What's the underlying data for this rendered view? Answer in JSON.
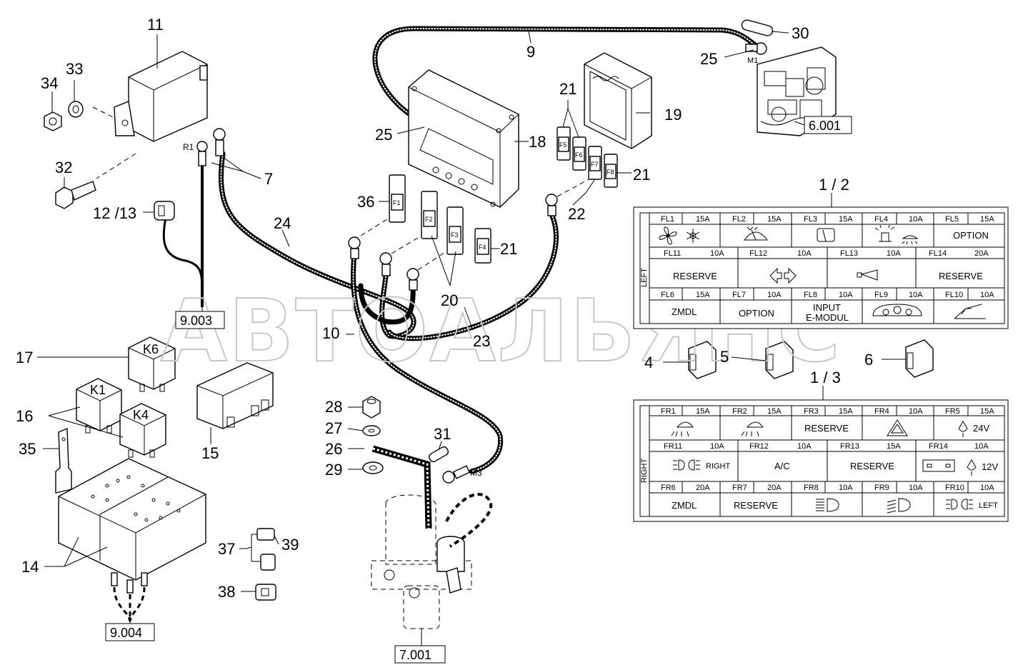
{
  "callouts": {
    "c1": "11",
    "c2": "34",
    "c3": "33",
    "c4": "32",
    "c5": "12 /13",
    "c6": "7",
    "c7": "R1",
    "c8": "9",
    "c9": "25",
    "c10": "18",
    "c11": "25",
    "c12": "30",
    "c13": "M1",
    "c14": "19",
    "c15": "21",
    "c16": "21",
    "c17": "22",
    "c18": "36",
    "c19": "24",
    "c20": "21",
    "c21": "20",
    "c22": "23",
    "c23": "10",
    "c24": "17",
    "c25": "16",
    "c26": "35",
    "c27": "15",
    "c28": "14",
    "c29": "28",
    "c30": "27",
    "c31": "26",
    "c32": "29",
    "c33": "31",
    "c34": "M3",
    "c35": "37",
    "c36": "39",
    "c37": "38",
    "c38": "4",
    "c39": "5",
    "c40": "6",
    "c41": "1 / 2",
    "c42": "1 / 3"
  },
  "relays": {
    "k6": "K6",
    "k1": "K1",
    "k4": "K4"
  },
  "fuse_tags": {
    "f1": "F1",
    "f2": "F2",
    "f3": "F3",
    "f4": "F4",
    "f5": "F5",
    "f6": "F6",
    "f7": "F7",
    "f8": "F8"
  },
  "refs": {
    "r1": "9.003",
    "r2": "6.001",
    "r3": "9.004",
    "r4": "7.001"
  },
  "watermark": "АВТОАЛЬЯНС",
  "left_panel": {
    "side_label": "LEFT",
    "row1": [
      {
        "id": "FL1",
        "amp": "15A",
        "content": ""
      },
      {
        "id": "FL2",
        "amp": "15A",
        "content": ""
      },
      {
        "id": "FL3",
        "amp": "15A",
        "content": ""
      },
      {
        "id": "FL4",
        "amp": "10A",
        "content": ""
      },
      {
        "id": "FL5",
        "amp": "15A",
        "content": "OPTION"
      }
    ],
    "row2": [
      {
        "id": "FL11",
        "amp": "10A",
        "content": "RESERVE"
      },
      {
        "id": "FL12",
        "amp": "10A",
        "content": ""
      },
      {
        "id": "FL13",
        "amp": "10A",
        "content": ""
      },
      {
        "id": "FL14",
        "amp": "20A",
        "content": "RESERVE"
      }
    ],
    "row3": [
      {
        "id": "FL6",
        "amp": "15A",
        "content": "ZMDL"
      },
      {
        "id": "FL7",
        "amp": "10A",
        "content": "OPTION"
      },
      {
        "id": "FL8",
        "amp": "10A",
        "content": "INPUT",
        "content2": "E-MODUL"
      },
      {
        "id": "FL9",
        "amp": "10A",
        "content": ""
      },
      {
        "id": "FL10",
        "amp": "10A",
        "content": ""
      }
    ]
  },
  "right_panel": {
    "side_label": "RIGHT",
    "row1": [
      {
        "id": "FR1",
        "amp": "15A",
        "content": ""
      },
      {
        "id": "FR2",
        "amp": "15A",
        "content": ""
      },
      {
        "id": "FR3",
        "amp": "15A",
        "content": "RESERVE"
      },
      {
        "id": "FR4",
        "amp": "10A",
        "content": ""
      },
      {
        "id": "FR5",
        "amp": "15A",
        "content": "24V"
      }
    ],
    "row2": [
      {
        "id": "FR11",
        "amp": "10A",
        "content": "RIGHT"
      },
      {
        "id": "FR12",
        "amp": "10A",
        "content": "A/C"
      },
      {
        "id": "FR13",
        "amp": "15A",
        "content": "RESERVE"
      },
      {
        "id": "FR14",
        "amp": "10A",
        "content": "12V"
      }
    ],
    "row3": [
      {
        "id": "FR6",
        "amp": "20A",
        "content": "ZMDL"
      },
      {
        "id": "FR7",
        "amp": "20A",
        "content": "RESERVE"
      },
      {
        "id": "FR8",
        "amp": "10A",
        "content": ""
      },
      {
        "id": "FR9",
        "amp": "10A",
        "content": ""
      },
      {
        "id": "FR10",
        "amp": "10A",
        "content": "LEFT"
      }
    ]
  }
}
